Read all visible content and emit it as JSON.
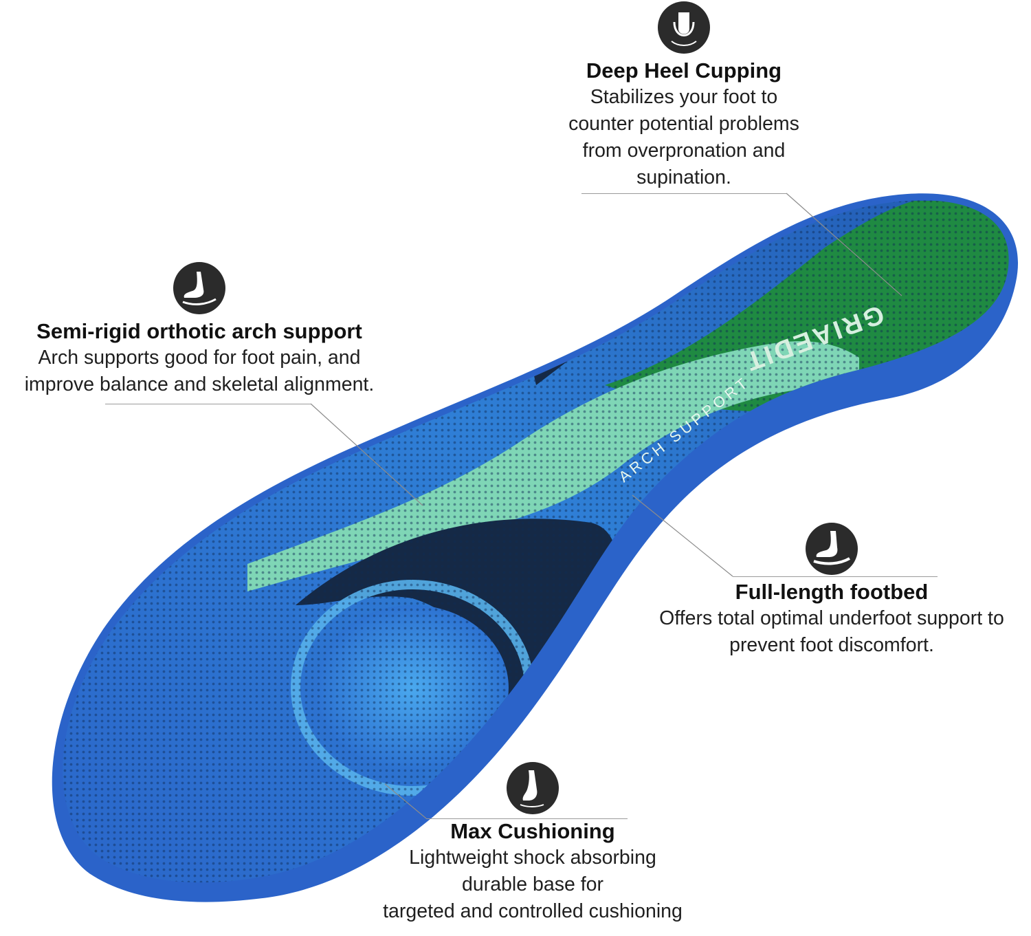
{
  "colors": {
    "base_blue": "#2a63c8",
    "dark_navy": "#152946",
    "green": "#1f8a42",
    "mint": "#7fd6b6",
    "sky": "#3d9ee0",
    "icon_dark": "#2b2b2b"
  },
  "product": {
    "brand_mark": "GRIAEDIT",
    "arch_text": "ARCH SUPPORT"
  },
  "callouts": {
    "heel": {
      "icon": "heel-icon",
      "title": "Deep Heel Cupping",
      "body": "Stabilizes your foot to\ncounter potential problems\nfrom overpronation and\nsupination."
    },
    "arch": {
      "icon": "arch-foot-icon",
      "title": "Semi-rigid orthotic arch support",
      "body": "Arch supports good for foot pain, and\nimprove balance and skeletal alignment."
    },
    "footbed": {
      "icon": "footbed-icon",
      "title": "Full-length footbed",
      "body": "Offers total optimal underfoot support to\nprevent foot discomfort."
    },
    "cushion": {
      "icon": "cushion-foot-icon",
      "title": "Max Cushioning",
      "body": "Lightweight shock absorbing\ndurable base for\ntargeted and controlled cushioning"
    }
  }
}
